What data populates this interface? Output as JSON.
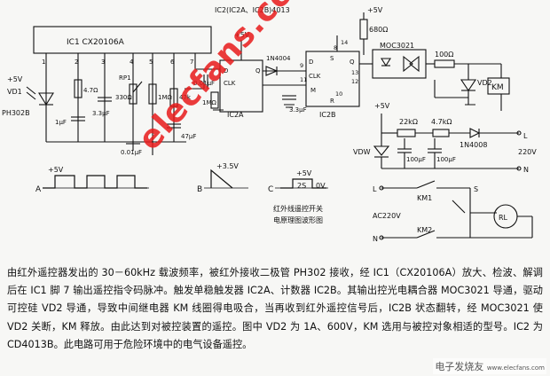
{
  "diagram": {
    "supply_vd": "+5V",
    "supply_top": "+5V",
    "supply_ic2": "+5V",
    "supply_mid": "+5V",
    "ic1_label": "IC1  CX20106A",
    "ic2_label": "IC2(IC2A、IC2B)4013",
    "ic2a_label": "IC2A",
    "ic2b_label": "IC2B",
    "moc_label": "MOC3021",
    "pins": [
      "1",
      "2",
      "3",
      "4",
      "5",
      "6",
      "7"
    ],
    "vd1": "VD1",
    "ph302b": "PH302B",
    "r_47": "4.7Ω",
    "c_1uf": "1μF",
    "c_33uf_a": "3.3μF",
    "rp1": "RP1",
    "r_330": "330Ω",
    "r_1m_a": "1MΩ",
    "r_47k": "47k",
    "c_47uf": "47μF",
    "c_001uf_a": "0.01μF",
    "c_001uf_b": "0.01μF",
    "r_1m_b": "1MΩ",
    "c_33uf_b": "3.3μF",
    "d_1n4004": "1N4004",
    "pin_d": "D",
    "pin_clk": "CLK",
    "pin_q": "Q",
    "pin_s": "S",
    "pin_r": "R",
    "pin_m": "M",
    "pin_nums": [
      "8",
      "9",
      "10",
      "12",
      "13",
      "11",
      "14"
    ],
    "r_680": "680Ω",
    "r_100": "100Ω",
    "vd2": "VD2",
    "km": "KM",
    "r_22k": "22kΩ",
    "r_47k_b": "4.7kΩ",
    "d_1n4008": "1N4008",
    "vdw": "VDW",
    "c_100uf_a": "100μF",
    "c_100uf_b": "100μF",
    "l_label": "L",
    "v220": "220V",
    "n_label": "N",
    "km1": "KM1",
    "km2": "KM2",
    "s_label": "S",
    "rl": "RL",
    "ac220": "AC220V",
    "l_label_b": "L",
    "n_label_b": "N",
    "wave_a": "A",
    "wave_a_v": "+5V",
    "wave_b": "B",
    "wave_b_v": "+3.5V",
    "wave_c": "C",
    "wave_c_v": "+5V",
    "wave_c_2s": "2S",
    "wave_c_0v": "0V",
    "wave_title_1": "红外线遥控开关",
    "wave_title_2": "电原理图波形图"
  },
  "caption": "由红外遥控器发出的 30－60kHz 载波频率，被红外接收二极管 PH302 接收，经 IC1（CX20106A）放大、检波、解调后在 IC1 脚 7 输出遥控指令码脉冲。触发单稳触发器 IC2A、计数器 IC2B。其输出控光电耦合器 MOC3021 导通，驱动可控硅 VD2 导通，导致中间继电器 KM 线圈得电吸合，当再收到红外遥控信号后，IC2B 状态翻转，经 MOC3021 使 VD2 关断，KM 释放。由此达到对被控装置的遥控。图中 VD2 为 1A、600V，KM 选用与被控对象相适的型号。IC2 为 CD4013B。此电路可用于危险环境中的电气设备遥控。",
  "watermark": {
    "site": "elecfans.com",
    "corner_1": "电子发烧友",
    "corner_2": "www.elecfans.com"
  }
}
